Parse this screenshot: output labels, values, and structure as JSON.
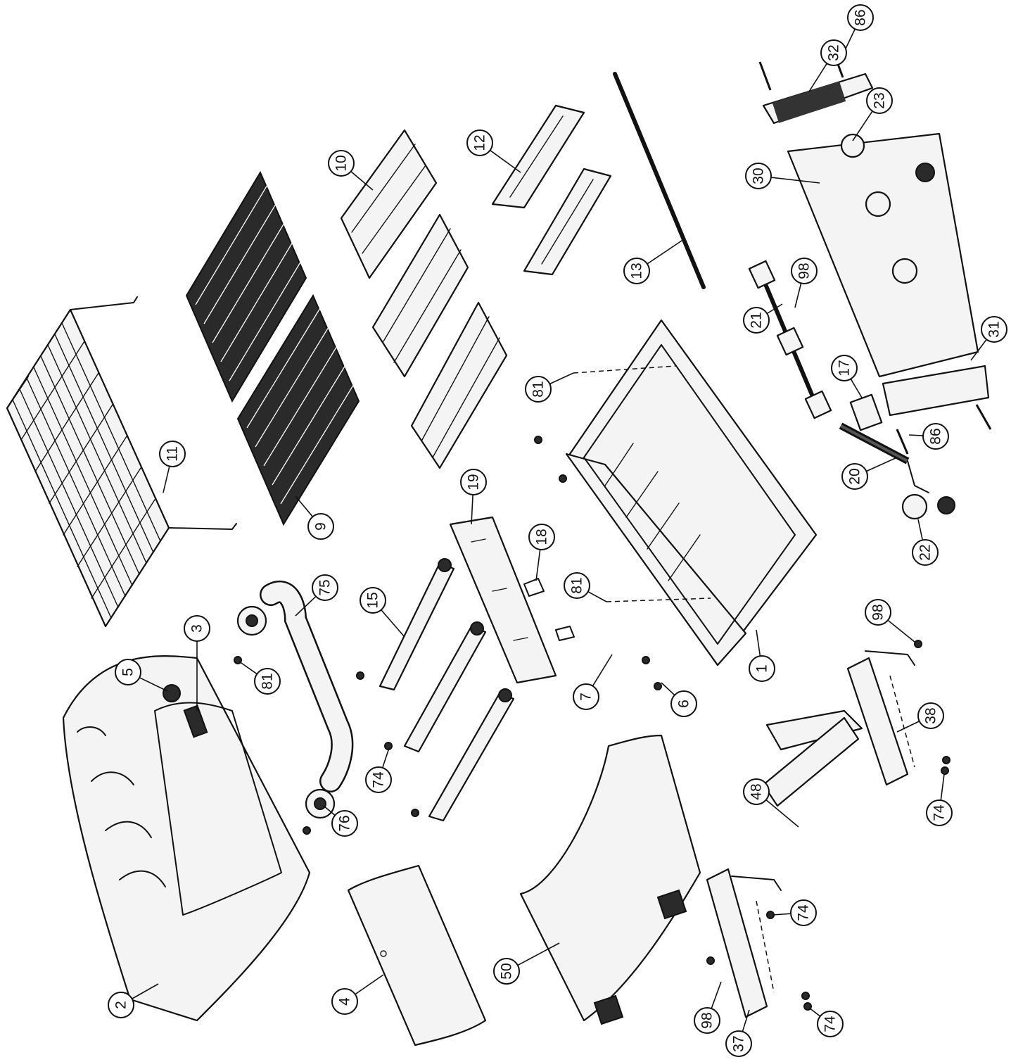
{
  "callouts": [
    {
      "id": "c-86-top",
      "label": "86"
    },
    {
      "id": "c-32",
      "label": "32"
    },
    {
      "id": "c-23",
      "label": "23"
    },
    {
      "id": "c-30",
      "label": "30"
    },
    {
      "id": "c-12",
      "label": "12"
    },
    {
      "id": "c-10",
      "label": "10"
    },
    {
      "id": "c-13",
      "label": "13"
    },
    {
      "id": "c-98-top",
      "label": "98"
    },
    {
      "id": "c-21",
      "label": "21"
    },
    {
      "id": "c-31",
      "label": "31"
    },
    {
      "id": "c-17",
      "label": "17"
    },
    {
      "id": "c-86-bottom",
      "label": "86"
    },
    {
      "id": "c-81-top",
      "label": "81"
    },
    {
      "id": "c-11",
      "label": "11"
    },
    {
      "id": "c-9",
      "label": "9"
    },
    {
      "id": "c-19",
      "label": "19"
    },
    {
      "id": "c-20",
      "label": "20"
    },
    {
      "id": "c-22",
      "label": "22"
    },
    {
      "id": "c-18",
      "label": "18"
    },
    {
      "id": "c-75",
      "label": "75"
    },
    {
      "id": "c-15",
      "label": "15"
    },
    {
      "id": "c-81-mid",
      "label": "81"
    },
    {
      "id": "c-3",
      "label": "3"
    },
    {
      "id": "c-5",
      "label": "5"
    },
    {
      "id": "c-81-left",
      "label": "81"
    },
    {
      "id": "c-98-right",
      "label": "98"
    },
    {
      "id": "c-1",
      "label": "1"
    },
    {
      "id": "c-7",
      "label": "7"
    },
    {
      "id": "c-6",
      "label": "6"
    },
    {
      "id": "c-38",
      "label": "38"
    },
    {
      "id": "c-74-a",
      "label": "74"
    },
    {
      "id": "c-74-b",
      "label": "74"
    },
    {
      "id": "c-76",
      "label": "76"
    },
    {
      "id": "c-48",
      "label": "48"
    },
    {
      "id": "c-74-c",
      "label": "74"
    },
    {
      "id": "c-50",
      "label": "50"
    },
    {
      "id": "c-2",
      "label": "2"
    },
    {
      "id": "c-4",
      "label": "4"
    },
    {
      "id": "c-98-bottom",
      "label": "98"
    },
    {
      "id": "c-37",
      "label": "37"
    },
    {
      "id": "c-74-d",
      "label": "74"
    }
  ]
}
